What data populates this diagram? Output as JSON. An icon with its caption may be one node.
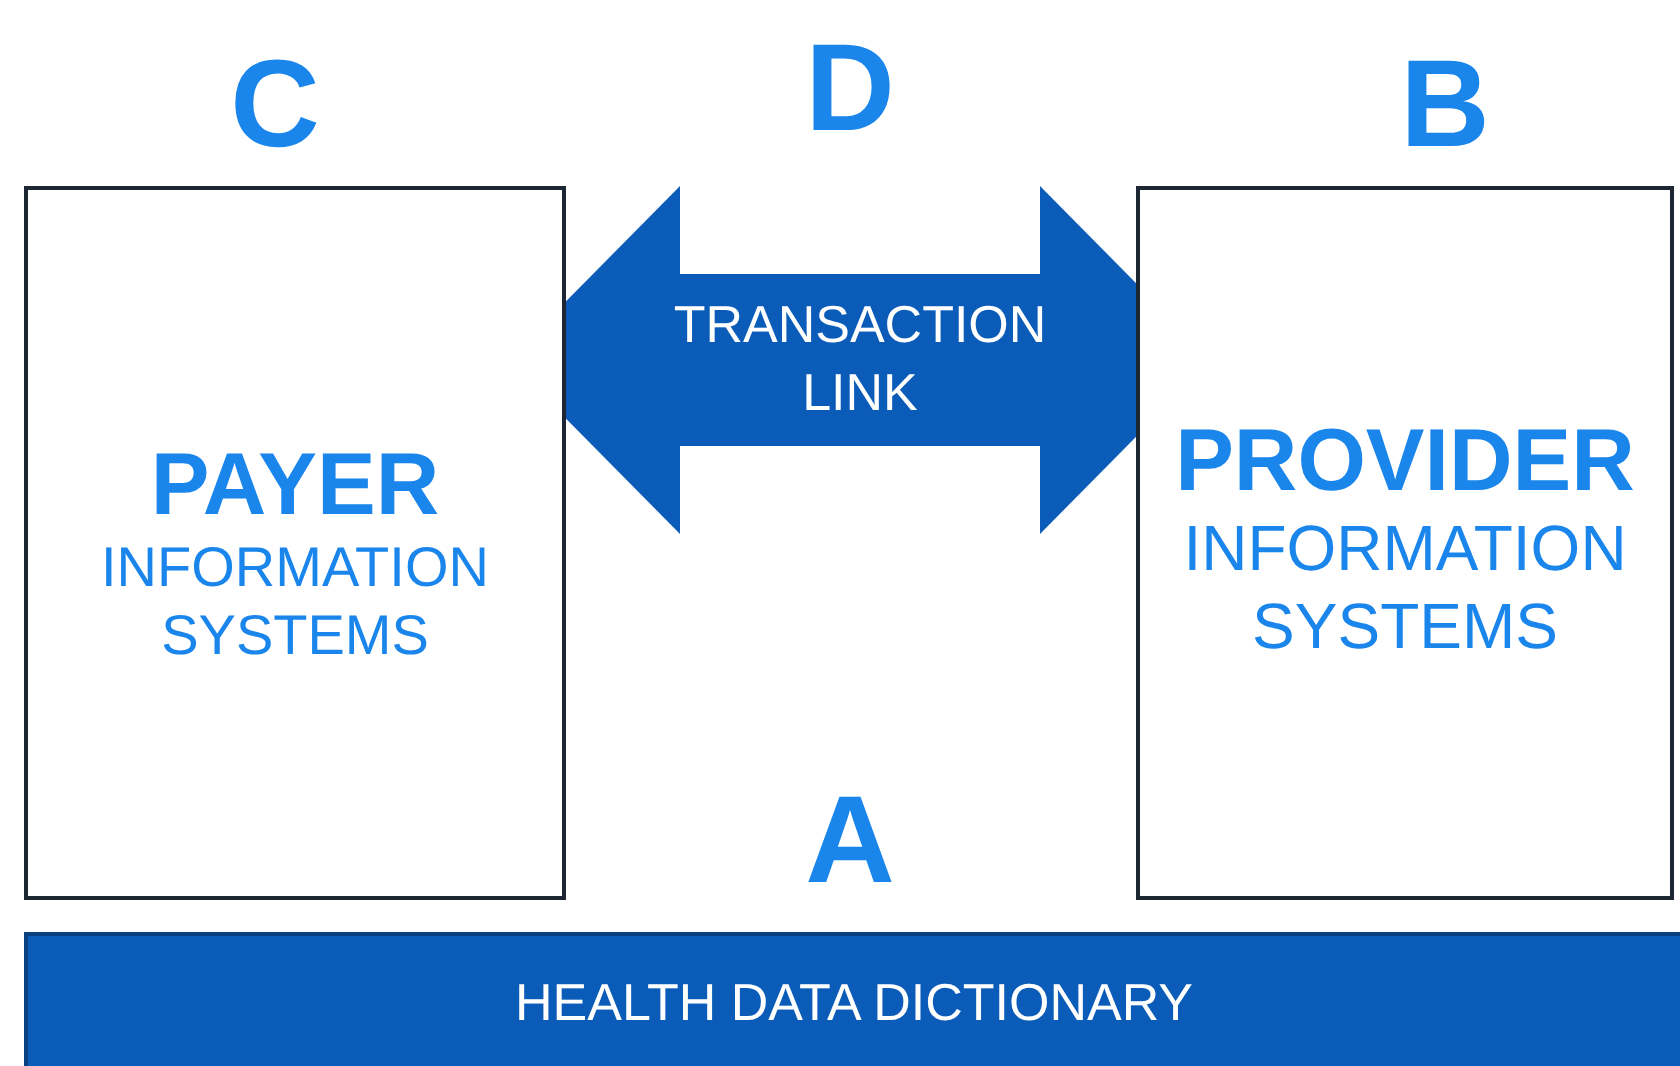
{
  "diagram": {
    "nodes": [
      {
        "text": [
          "PAYER",
          "INFORMATION SYSTEMS"
        ],
        "beside": [
          "C"
        ]
      },
      {
        "text": [
          "PROVIDER",
          "INFORMATION SYSTEMS"
        ],
        "beside": [
          "B"
        ]
      },
      {
        "text": [
          "HEALTH DATA DICTIONARY"
        ]
      }
    ],
    "edges": [
      {
        "from": 0,
        "to": 1,
        "arrow": "both",
        "label": "TRANSACTION LINK"
      }
    ],
    "labels": [
      "D",
      "A"
    ]
  }
}
